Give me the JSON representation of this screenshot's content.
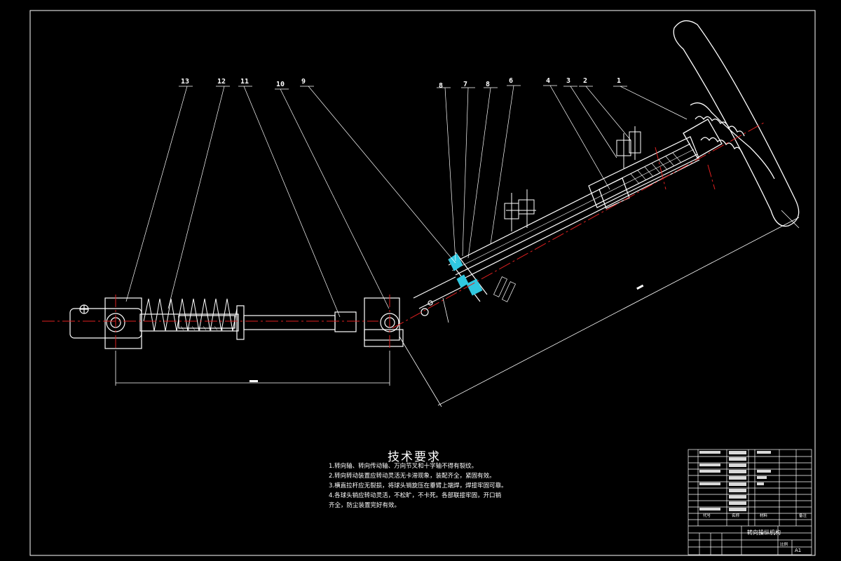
{
  "drawing": {
    "balloons": [
      {
        "id": "b13",
        "text": "13"
      },
      {
        "id": "b12",
        "text": "12"
      },
      {
        "id": "b11",
        "text": "11"
      },
      {
        "id": "b10",
        "text": "10"
      },
      {
        "id": "b9",
        "text": "9"
      },
      {
        "id": "b8a",
        "text": "8"
      },
      {
        "id": "b7",
        "text": "7"
      },
      {
        "id": "b8b",
        "text": "8"
      },
      {
        "id": "b6",
        "text": "6"
      },
      {
        "id": "b4",
        "text": "4"
      },
      {
        "id": "b3",
        "text": "3"
      },
      {
        "id": "b2",
        "text": "2"
      },
      {
        "id": "b1",
        "text": "1"
      }
    ],
    "colors": {
      "background": "#000000",
      "lines": "#ffffff",
      "centerline": "#e02020",
      "hatch": "#30c8e0"
    }
  },
  "tech_requirements": {
    "title": "技术要求",
    "items": [
      "1.转向轴、转向传动轴、万向节叉和十字轴不得有裂纹。",
      "2.转向转动装置应转动灵活无卡滞现象，装配齐全，紧固有效。",
      "3.横直拉杆应无裂损，将球头销旋压在垂臂上端焊，焊接牢固可靠。",
      "4.各球头销应转动灵活，不松旷，不卡死。各部联接牢固，开口销",
      "齐全，防尘装置完好有效。"
    ]
  },
  "title_block": {
    "header": {
      "code": "代号",
      "name": "名称",
      "material": "材料",
      "remark": "备注"
    },
    "drawing_name": "转向操纵机构",
    "scale_label": "比例",
    "sheet_size": "A1"
  }
}
